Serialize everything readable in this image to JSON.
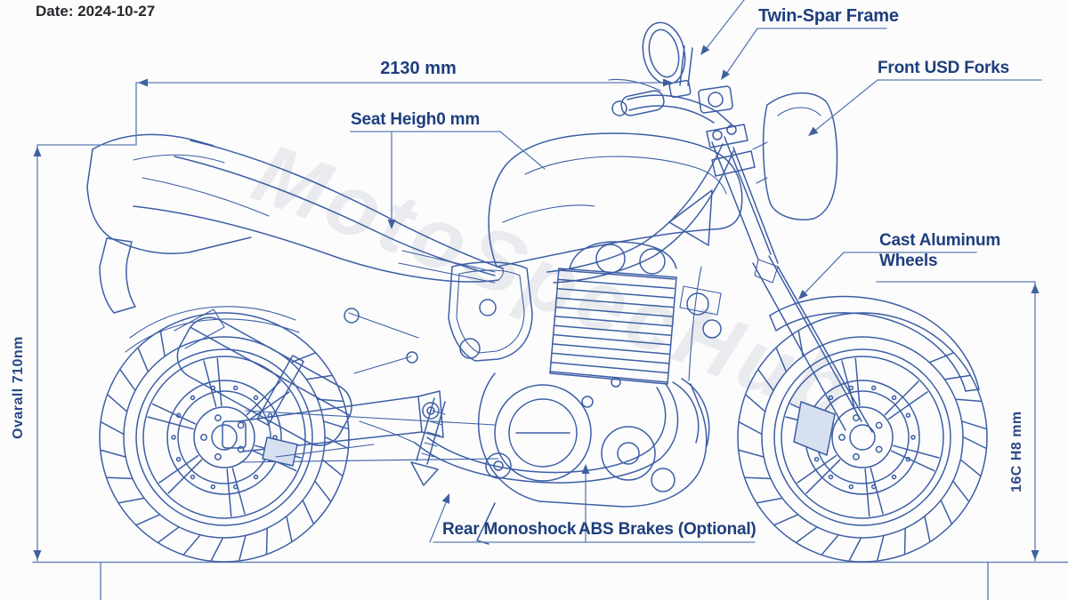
{
  "page": {
    "date_label": "Date: 2024-10-27",
    "watermark": "MotoSpecHub"
  },
  "dimensions": {
    "overall_length": "2130 mm",
    "seat_height": "Seat Heigh0 mm",
    "overall_height_left": "Ovarall 710nm",
    "front_height_right": "16C H8 mm"
  },
  "callouts": {
    "twin_spar_frame": "Twin-Spar Frame",
    "front_usd_forks": "Front USD Forks",
    "cast_aluminum_wheels_line1": "Cast Aluminum",
    "cast_aluminum_wheels_line2": "Wheels",
    "rear_monoshock": "Rear Monoshock",
    "abs_brakes": "ABS Brakes (Optional)"
  },
  "colors": {
    "drawing_line_blue": "#3c5ea4",
    "dimension_line_blue": "#5b7bb2",
    "label_navy": "#1e3e7d",
    "date_text": "#28282d",
    "background": "#fcfcfd",
    "watermark_gray": "#7d8796"
  }
}
